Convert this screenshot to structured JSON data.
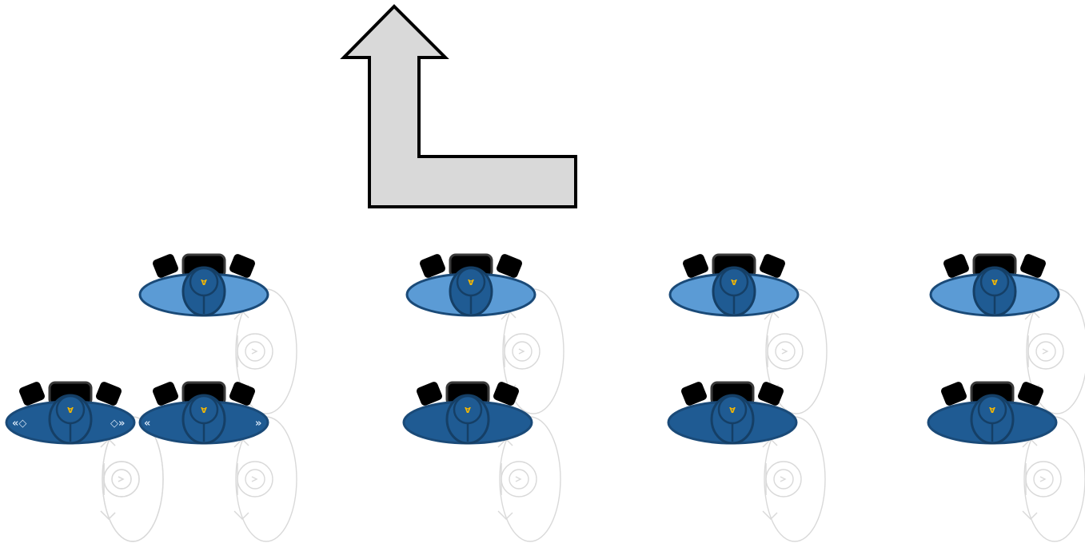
{
  "colors": {
    "arrow_fill": "#d9d9d9",
    "arrow_stroke": "#000000",
    "light_body": "#5b9bd5",
    "dark_body": "#1f5b93",
    "body_stroke": "#1a4a78",
    "head_fill": "#1f5b93",
    "head_stroke": "#153f66",
    "shoulder": "#000000",
    "headset": "#3a3a3a",
    "accent": "#f2b705",
    "chevron": "#cfe0f2",
    "ghost": "#d9d9d9"
  },
  "diagram": {
    "arrow": {
      "shape": "turn-left-then-up",
      "icon": "turn-arrow-icon"
    },
    "figures": [
      {
        "id": "fig-top-1",
        "tone": "light",
        "mark": "A",
        "ghosts": 1
      },
      {
        "id": "fig-top-2",
        "tone": "light",
        "mark": "A",
        "ghosts": 1
      },
      {
        "id": "fig-top-3",
        "tone": "light",
        "mark": "A",
        "ghosts": 1
      },
      {
        "id": "fig-top-4",
        "tone": "light",
        "mark": "A",
        "ghosts": 1
      },
      {
        "id": "fig-bottom-0",
        "tone": "dark",
        "mark": "A",
        "ghosts": 1,
        "decor": "double-chevrons-diamonds"
      },
      {
        "id": "fig-bottom-1",
        "tone": "dark",
        "mark": "A",
        "ghosts": 1,
        "decor": "single-chevrons"
      },
      {
        "id": "fig-bottom-2",
        "tone": "dark",
        "mark": "A",
        "ghosts": 1
      },
      {
        "id": "fig-bottom-3",
        "tone": "dark",
        "mark": "A",
        "ghosts": 1
      },
      {
        "id": "fig-bottom-4",
        "tone": "dark",
        "mark": "A",
        "ghosts": 1
      }
    ]
  }
}
